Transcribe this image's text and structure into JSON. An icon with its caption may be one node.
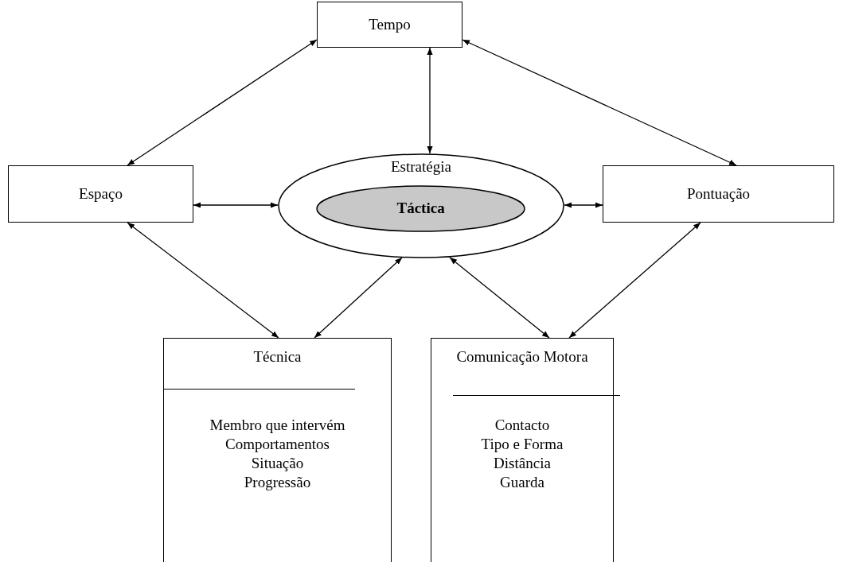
{
  "diagram": {
    "nodes": [
      {
        "text": [
          "Tempo"
        ]
      },
      {
        "text": [
          "Espaço"
        ]
      },
      {
        "text": [
          "Estratégia"
        ]
      },
      {
        "text": [
          "Táctica"
        ],
        "in": 2
      },
      {
        "text": [
          "Pontuação"
        ]
      },
      {
        "text": [
          "Técnica",
          "Membro que intervém",
          "Comportamentos",
          "Situação",
          "Progressão"
        ]
      },
      {
        "text": [
          "Comunicação Motora",
          "Contacto",
          "Tipo e Forma",
          "Distância",
          "Guarda"
        ]
      }
    ],
    "edges": [
      {
        "from": 0,
        "to": 1,
        "arrow": "both"
      },
      {
        "from": 0,
        "to": 4,
        "arrow": "both"
      },
      {
        "from": 0,
        "to": 2,
        "arrow": "both"
      },
      {
        "from": 1,
        "to": 2,
        "arrow": "both"
      },
      {
        "from": 2,
        "to": 4,
        "arrow": "both"
      },
      {
        "from": 1,
        "to": 5,
        "arrow": "both"
      },
      {
        "from": 2,
        "to": 5,
        "arrow": "both"
      },
      {
        "from": 2,
        "to": 6,
        "arrow": "both"
      },
      {
        "from": 4,
        "to": 6,
        "arrow": "both"
      }
    ]
  }
}
